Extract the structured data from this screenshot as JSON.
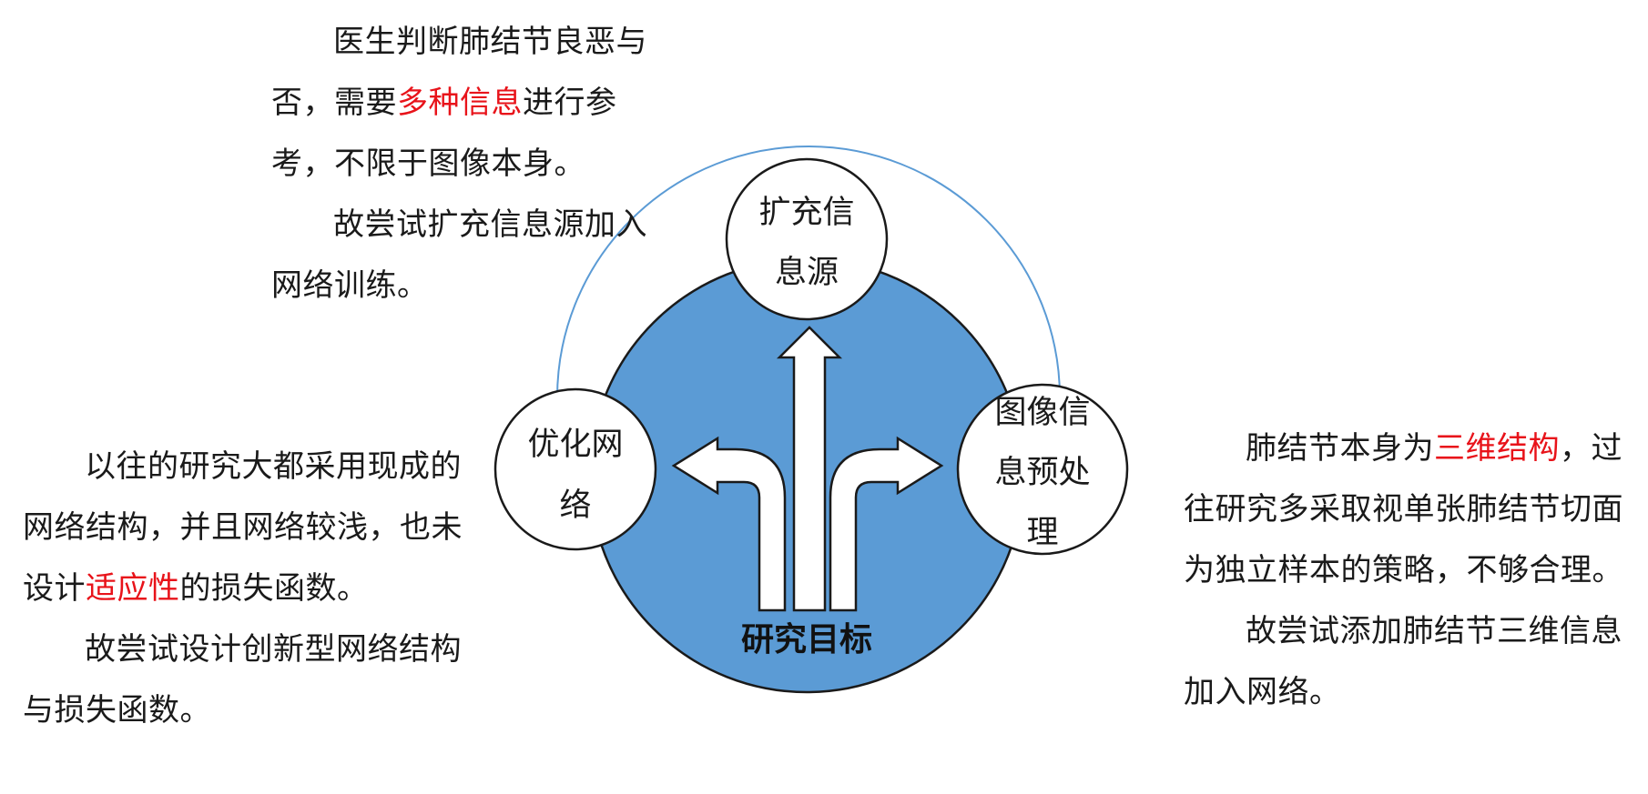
{
  "top_text": {
    "para1": {
      "before": "医生判断肺结节良恶与否，需要",
      "highlight": "多种信息",
      "after": "进行参考，不限于图像本身。"
    },
    "para2": "故尝试扩充信息源加入网络训练。"
  },
  "left_text": {
    "para1": {
      "before": "以往的研究大都采用现成的网络结构，并且网络较浅，也未设计",
      "highlight": "适应性",
      "after": "的损失函数。"
    },
    "para2": "故尝试设计创新型网络结构与损失函数。"
  },
  "right_text": {
    "para1": {
      "before": "肺结节本身为",
      "highlight": "三维结构",
      "after": "，过往研究多采取视单张肺结节切面为独立样本的策略，不够合理。"
    },
    "para2": "故尝试添加肺结节三维信息加入网络。"
  },
  "diagram": {
    "center_label": "研究目标",
    "nodes": {
      "top": {
        "line1": "扩充信",
        "line2": "息源"
      },
      "left": {
        "line1": "优化网",
        "line2": "络"
      },
      "right": {
        "line1": "图像信",
        "line2": "息预处",
        "line3": "理"
      }
    },
    "colors": {
      "main_circle": "#5b9bd5",
      "arc": "#5b9bd5",
      "highlight": "#e8131a",
      "node_fill": "#ffffff"
    }
  }
}
